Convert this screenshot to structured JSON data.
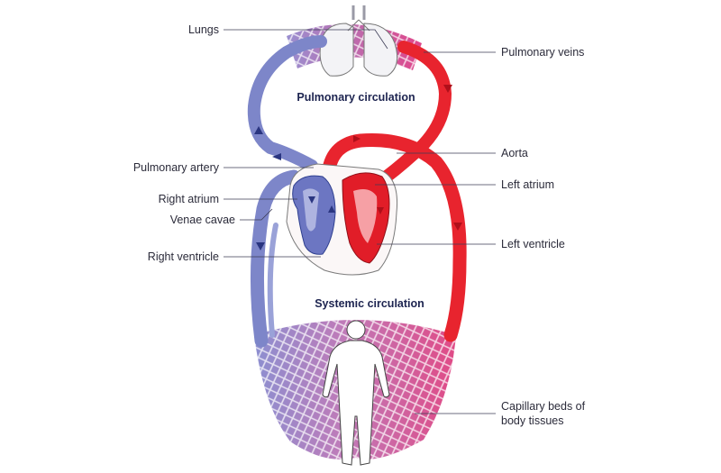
{
  "diagram": {
    "titles": {
      "pulmonary": "Pulmonary circulation",
      "systemic": "Systemic circulation"
    },
    "labels": {
      "lungs": "Lungs",
      "pulmonary_veins": "Pulmonary veins",
      "aorta": "Aorta",
      "pulmonary_artery": "Pulmonary artery",
      "right_atrium": "Right atrium",
      "venae_cavae": "Venae cavae",
      "left_atrium": "Left atrium",
      "left_ventricle": "Left ventricle",
      "right_ventricle": "Right ventricle",
      "capillary_beds_line1": "Capillary beds of",
      "capillary_beds_line2": "body tissues"
    },
    "colors": {
      "oxygenated": "#e8242e",
      "deoxygenated": "#7d86c9",
      "deoxygenated_dark": "#2e3f8f",
      "capillary": "#c86fb0",
      "arrow": "#2a3580",
      "text": "#2b2b3a",
      "title": "#1d2450"
    }
  }
}
